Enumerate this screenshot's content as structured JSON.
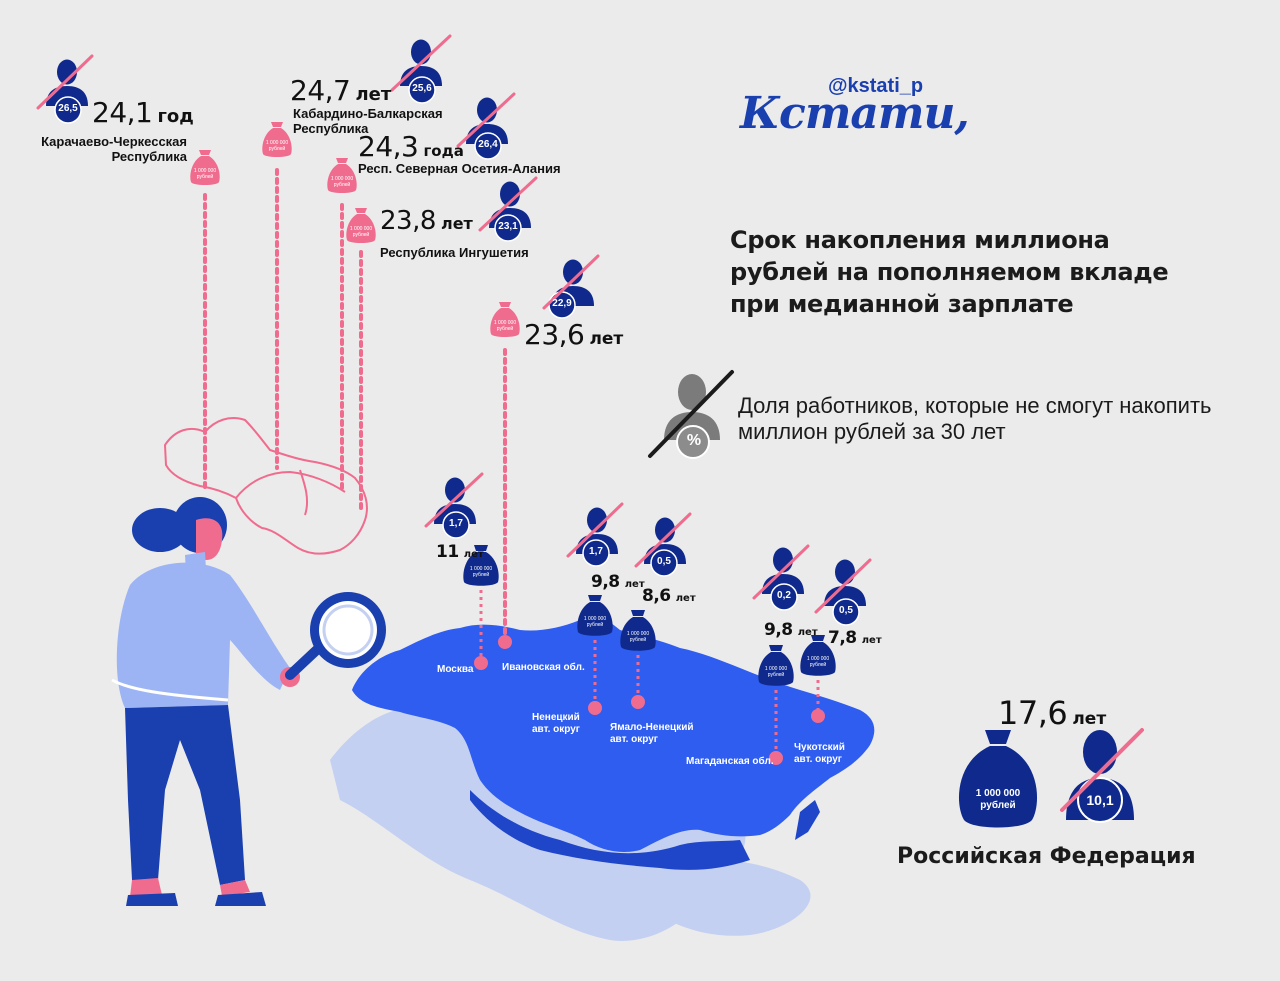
{
  "brand": {
    "handle": "@kstati_p",
    "logo_text": "Кстати,",
    "colors": {
      "accent_blue": "#1a3fae",
      "dark_blue": "#0f2a8c",
      "pink": "#f06c8e",
      "map_blue": "#2f5df0",
      "map_light": "#c4d0f2"
    }
  },
  "title": {
    "line1": "Срок накопления миллиона",
    "line2": "рублей на пополняемом вкладе",
    "line3": "при медианной зарплате"
  },
  "legend": {
    "icon": "crossed-person-percent-icon",
    "badge": "%",
    "line1": "Доля работников, которые не смогут накопить",
    "line2": "миллион рублей за 30 лет"
  },
  "bag_label": "1 000 000 рублей",
  "regions": [
    {
      "id": "kchr",
      "value": "24,1",
      "unit": "год",
      "share": "26,5",
      "name_lines": [
        "Карачаево-Черкесская",
        "Республика"
      ]
    },
    {
      "id": "kbr",
      "value": "24,7",
      "unit": "лет",
      "share": "25,6",
      "name_lines": [
        "Кабардино-Балкарская",
        "Республика"
      ]
    },
    {
      "id": "osetia",
      "value": "24,3",
      "unit": "года",
      "share": "26,4",
      "name_lines": [
        "Респ. Северная Осетия-Алания"
      ]
    },
    {
      "id": "ingush",
      "value": "23,8",
      "unit": "лет",
      "share": "23,1",
      "name_lines": [
        "Республика Ингушетия"
      ]
    },
    {
      "id": "ivanovo",
      "value": "23,6",
      "unit": "лет",
      "share": "22,9",
      "map_name": "Ивановская обл."
    },
    {
      "id": "moscow",
      "value": "11",
      "unit": "лет",
      "share": "1,7",
      "map_name": "Москва"
    },
    {
      "id": "nenets",
      "value": "9,8",
      "unit": "лет",
      "share": "1,7",
      "map_name_lines": [
        "Ненецкий",
        "авт. округ"
      ]
    },
    {
      "id": "yamal",
      "value": "8,6",
      "unit": "лет",
      "share": "0,5",
      "map_name_lines": [
        "Ямало-Ненецкий",
        "авт. округ"
      ]
    },
    {
      "id": "magadan",
      "value": "9,8",
      "unit": "лет",
      "share": "0,2",
      "map_name": "Магаданская обл."
    },
    {
      "id": "chukotka",
      "value": "7,8",
      "unit": "лет",
      "share": "0,5",
      "map_name_lines": [
        "Чукотский",
        "авт. округ"
      ]
    }
  ],
  "federation": {
    "value": "17,6",
    "unit": "лет",
    "share": "10,1",
    "bag_line1": "1 000 000",
    "bag_line2": "рублей",
    "name": "Российская Федерация"
  }
}
